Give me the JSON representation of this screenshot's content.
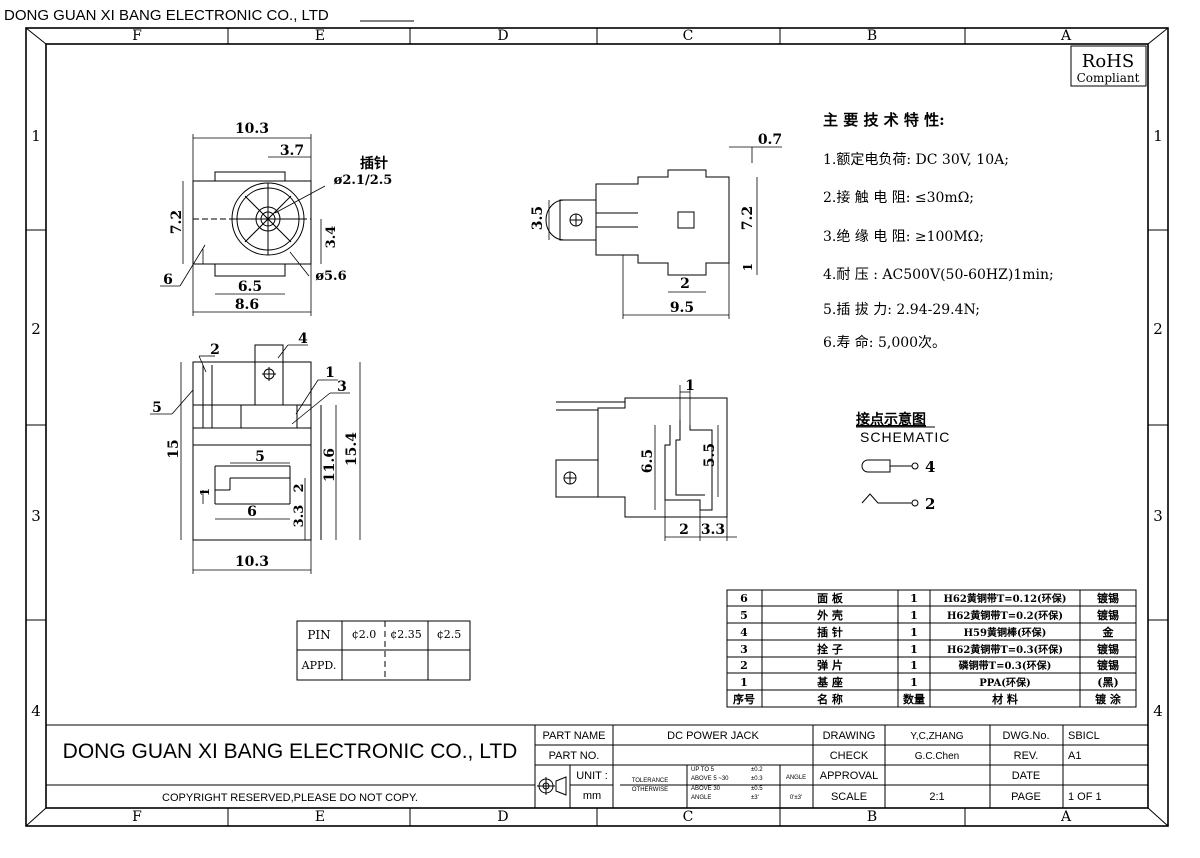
{
  "company_header": "DONG GUAN XI BANG ELECTRONIC CO., LTD",
  "zones": {
    "columns": [
      "F",
      "E",
      "D",
      "C",
      "B",
      "A"
    ],
    "rows": [
      "1",
      "2",
      "3",
      "4"
    ]
  },
  "rohs": {
    "line1": "RoHS",
    "line2": "Compliant"
  },
  "specs": {
    "title": "主 要 技 术 特 性:",
    "items": [
      "1.额定电负荷: DC 30V, 10A;",
      "2.接 触 电 阻: ≤30mΩ;",
      "3.绝 缘 电 阻: ≥100MΩ;",
      "4.耐      压 : AC500V(50-60HZ)1min;",
      "5.插  拔  力: 2.94-29.4N;",
      "6.寿      命: 5,000次。"
    ]
  },
  "front_view": {
    "d_width": "10.3",
    "d_offset": "3.7",
    "d_height": "7.2",
    "d_pin_h": "3.4",
    "d_base1": "6.5",
    "d_base2": "8.6",
    "pin_label": "插针",
    "pin_dia": "ø2.1/2.5",
    "hole_dia": "ø5.6",
    "callout6": "6"
  },
  "side_view": {
    "d_top": "0.7",
    "d_left": "3.5",
    "d_right": "7.2",
    "d_foot": "1",
    "d_pin": "2",
    "d_len": "9.5"
  },
  "bottom_view": {
    "c2": "2",
    "c4": "4",
    "c5": "5",
    "c1": "1",
    "c3": "3",
    "d_15": "15",
    "d_154": "15.4",
    "d_116": "11.6",
    "d_5": "5",
    "d_2": "2",
    "d_1": "1",
    "d_6": "6",
    "d_33": "3.3",
    "d_width": "10.3"
  },
  "rear_view": {
    "d_1": "1",
    "d_65": "6.5",
    "d_55": "5.5",
    "d_2": "2",
    "d_33": "3.3"
  },
  "schematic": {
    "title": "接点示意图",
    "subtitle": "SCHEMATIC",
    "t4": "4",
    "t2": "2"
  },
  "pin_table": {
    "pin": "PIN",
    "appd": "APPD.",
    "d1": "¢2.0",
    "d2": "¢2.35",
    "d3": "¢2.5"
  },
  "bom": {
    "rows": [
      {
        "no": "6",
        "name": "面    板",
        "qty": "1",
        "material": "H62黄铜带T=0.12(环保)",
        "finish": "镀锡"
      },
      {
        "no": "5",
        "name": "外    壳",
        "qty": "1",
        "material": "H62黄铜带T=0.2(环保)",
        "finish": "镀锡"
      },
      {
        "no": "4",
        "name": "插    针",
        "qty": "1",
        "material": "H59黄铜棒(环保)",
        "finish": "金"
      },
      {
        "no": "3",
        "name": "拴    子",
        "qty": "1",
        "material": "H62黄铜带T=0.3(环保)",
        "finish": "镀锡"
      },
      {
        "no": "2",
        "name": "弹    片",
        "qty": "1",
        "material": "磷铜带T=0.3(环保)",
        "finish": "镀锡"
      },
      {
        "no": "1",
        "name": "基    座",
        "qty": "1",
        "material": "PPA(环保)",
        "finish": "(黑)"
      }
    ],
    "header": {
      "no": "序号",
      "name": "名    称",
      "qty": "数量",
      "material": "材    料",
      "finish": "镀  涂"
    }
  },
  "title_block": {
    "company": "DONG GUAN XI BANG ELECTRONIC CO., LTD",
    "copyright": "COPYRIGHT RESERVED,PLEASE DO NOT COPY.",
    "part_name_label": "PART NAME",
    "part_name": "DC POWER JACK",
    "part_no_label": "PART NO.",
    "unit_label": "UNIT :",
    "unit": "mm",
    "tol1": "TOLERANCE",
    "tol2": "OTHERWISE",
    "tol_a": "UP TO 5",
    "tol_a_v": "±0.2",
    "tol_b": "ABOVE 5 ~30",
    "tol_b_v": "±0.3",
    "tol_c": "ABOVE 30",
    "tol_c_v": "±0.5",
    "tol_d": "ANGLE",
    "tol_d_v": "±3'",
    "angle_label": "ANGLE",
    "angle_val": "0'±3'",
    "drawing_label": "DRAWING",
    "drawing": "Y,C,ZHANG",
    "check_label": "CHECK",
    "check": "G.C.Chen",
    "approval_label": "APPROVAL",
    "scale_label": "SCALE",
    "scale": "2:1",
    "dwg_label": "DWG.No.",
    "dwg": "SBICL",
    "rev_label": "REV.",
    "rev": "A1",
    "date_label": "DATE",
    "page_label": "PAGE",
    "page": "1 OF 1"
  }
}
